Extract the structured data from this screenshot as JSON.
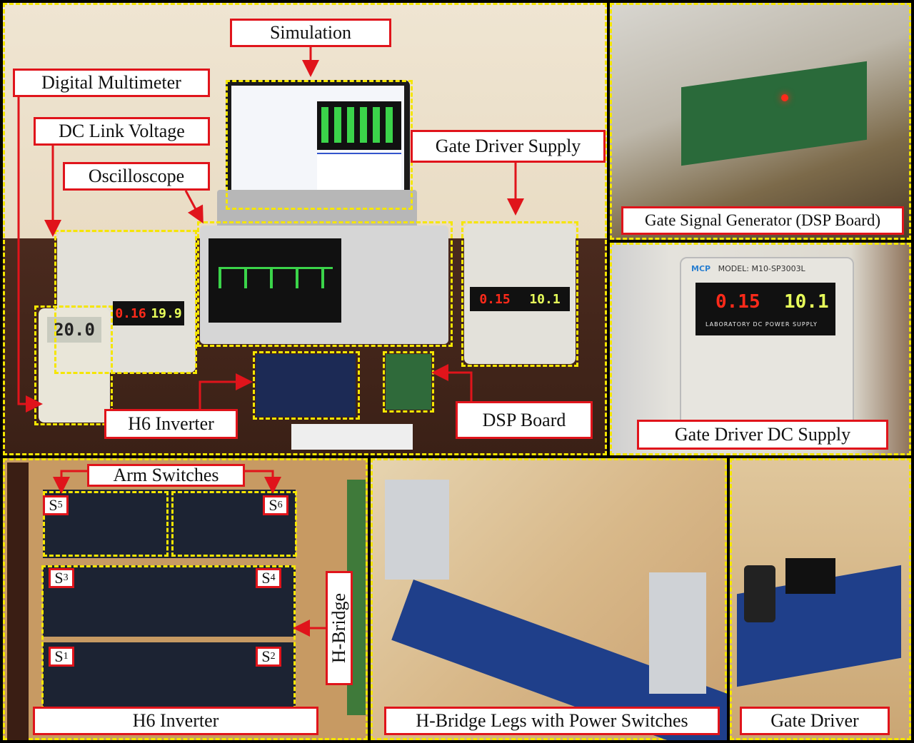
{
  "labels": {
    "simulation": "Simulation",
    "digital_multimeter": "Digital Multimeter",
    "dc_link_voltage": "DC Link Voltage",
    "oscilloscope": "Oscilloscope",
    "gate_driver_supply": "Gate Driver Supply",
    "h6_inverter_main": "H6 Inverter",
    "dsp_board": "DSP Board",
    "gate_signal_generator": "Gate Signal Generator (DSP Board)",
    "gate_driver_dc_supply": "Gate Driver DC Supply",
    "arm_switches": "Arm Switches",
    "h_bridge": "H-Bridge",
    "h6_inverter_bottom": "H6 Inverter",
    "h_bridge_legs": "H-Bridge Legs with Power Switches",
    "gate_driver": "Gate Driver"
  },
  "switches": [
    {
      "base": "S",
      "sub": "5"
    },
    {
      "base": "S",
      "sub": "6"
    },
    {
      "base": "S",
      "sub": "3"
    },
    {
      "base": "S",
      "sub": "4"
    },
    {
      "base": "S",
      "sub": "1"
    },
    {
      "base": "S",
      "sub": "2"
    }
  ],
  "readouts": {
    "dc_link_current": "0.16",
    "dc_link_volts": "19.9",
    "gate_supply_current": "0.15",
    "gate_supply_volts": "10.1",
    "multimeter": "20.0",
    "closeup_brand": "MCP",
    "closeup_model": "MODEL: M10-SP3003L",
    "closeup_current": "0.15",
    "closeup_volts": "10.1",
    "closeup_caption": "LABORATORY DC POWER SUPPLY"
  },
  "colors": {
    "label_border": "#e0141b",
    "dashed_outline": "#f5e600",
    "led_red": "#ff2a1a",
    "pcb": "#1c2a55"
  }
}
